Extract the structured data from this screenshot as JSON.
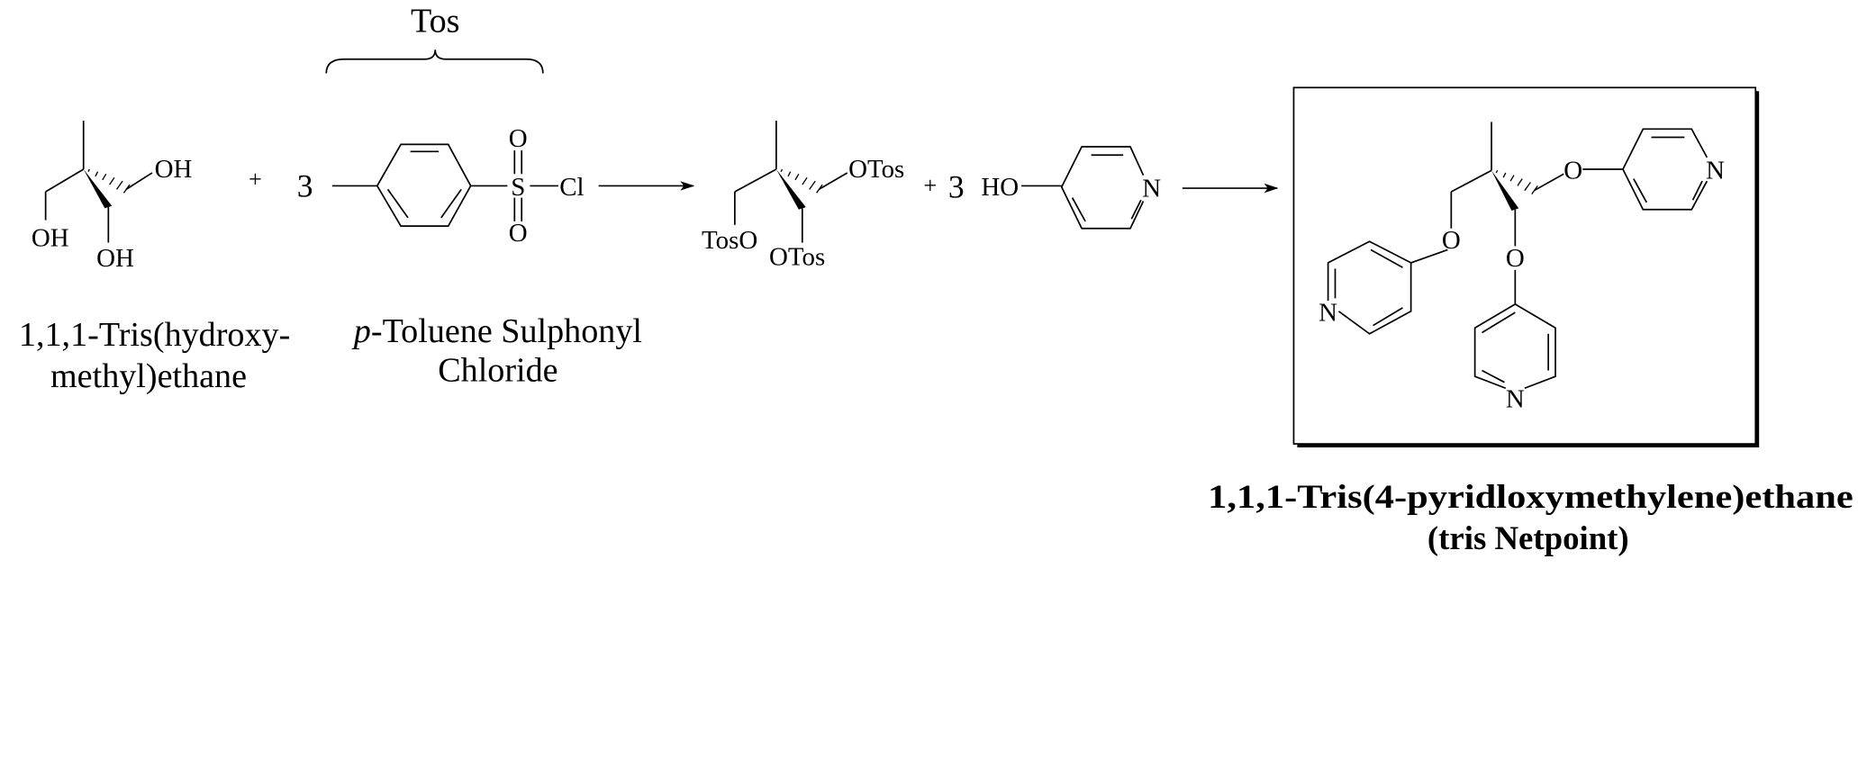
{
  "tos_label": "Tos",
  "reactant1": {
    "atoms": {
      "oh_right": "OH",
      "oh_left": "OH",
      "oh_bottom": "OH"
    },
    "caption_line1": "1,1,1-Tris(hydroxy-",
    "caption_line2": "methyl)ethane"
  },
  "plus1": "+",
  "coef1": "3",
  "reactant2": {
    "atoms": {
      "o_top": "O",
      "s": "S",
      "o_bottom": "O",
      "cl": "Cl"
    },
    "caption_italic": "p",
    "caption_line1_rest": "-Toluene Sulphonyl",
    "caption_line2": "Chloride"
  },
  "intermediate": {
    "atoms": {
      "otos_right": "OTos",
      "toso_left": "TosO",
      "otos_bottom": "OTos"
    }
  },
  "plus2": "+",
  "coef2": "3",
  "reactant3": {
    "atoms": {
      "ho": "HO",
      "n": "N"
    }
  },
  "product": {
    "atoms": {
      "o1": "O",
      "o2": "O",
      "o3": "O",
      "n1": "N",
      "n2": "N",
      "n3": "N"
    },
    "caption_line1": "1,1,1-Tris(4-pyridloxymethylene)ethane",
    "caption_line2": "(tris Netpoint)"
  }
}
